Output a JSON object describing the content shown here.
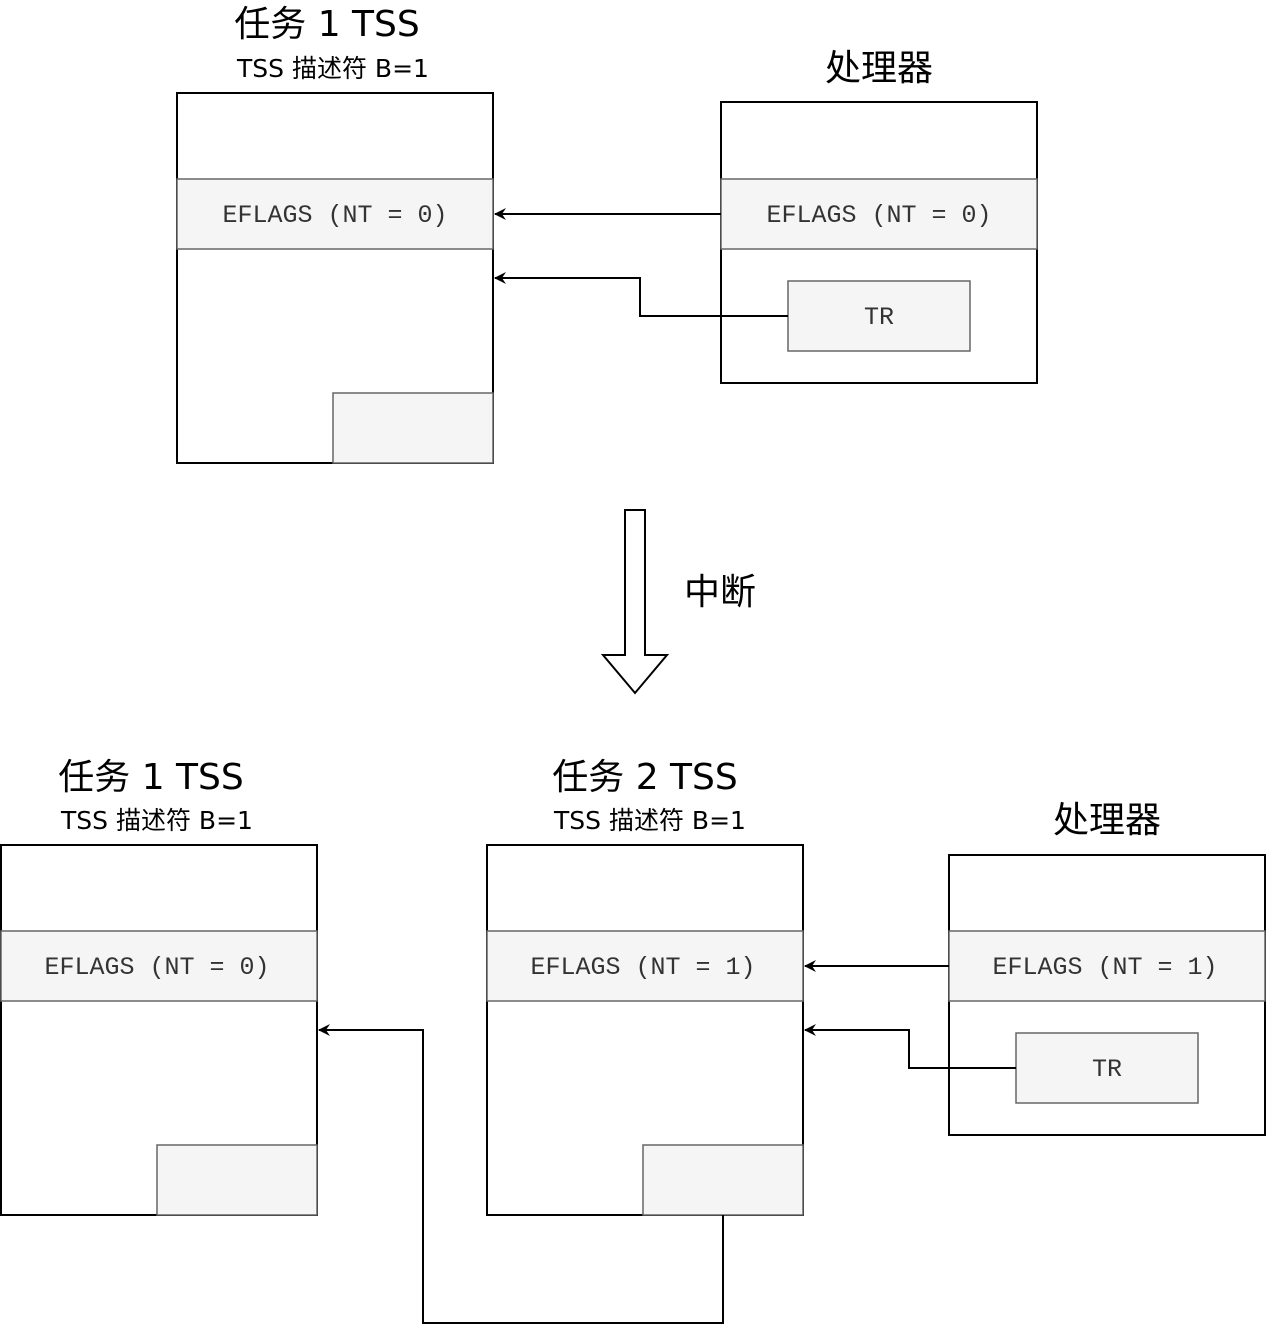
{
  "top": {
    "task1": {
      "title": "任务 1 TSS",
      "subtitle": "TSS 描述符 B=1",
      "eflags": "EFLAGS (NT = 0)"
    },
    "processor": {
      "title": "处理器",
      "eflags": "EFLAGS (NT = 0)",
      "tr": "TR"
    }
  },
  "transition": {
    "label": "中断"
  },
  "bottom": {
    "task1": {
      "title": "任务 1 TSS",
      "subtitle": "TSS 描述符 B=1",
      "eflags": "EFLAGS (NT = 0)"
    },
    "task2": {
      "title": "任务 2 TSS",
      "subtitle": "TSS 描述符 B=1",
      "eflags": "EFLAGS (NT = 1)"
    },
    "processor": {
      "title": "处理器",
      "eflags": "EFLAGS (NT = 1)",
      "tr": "TR"
    }
  }
}
